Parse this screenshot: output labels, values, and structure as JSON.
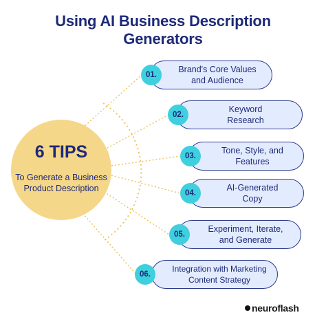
{
  "title": {
    "line1": "Using AI Business Description",
    "line2": "Generators"
  },
  "hub": {
    "title": "6 TIPS",
    "subtitle": "To Generate a Business Product Description"
  },
  "tips": [
    {
      "number": "01.",
      "label": "Brand's Core Values\nand Audience"
    },
    {
      "number": "02.",
      "label": "Keyword\nResearch"
    },
    {
      "number": "03.",
      "label": "Tone, Style, and\nFeatures"
    },
    {
      "number": "04.",
      "label": "AI-Generated\nCopy"
    },
    {
      "number": "05.",
      "label": "Experiment, Iterate,\nand Generate"
    },
    {
      "number": "06.",
      "label": "Integration with Marketing\nContent Strategy"
    }
  ],
  "brand": {
    "name": "neuroflash"
  },
  "colors": {
    "navy": "#1d2a78",
    "hub_fill": "#f5d78a",
    "pill_fill": "#e3ebff",
    "badge_fill": "#3fd0df",
    "connector": "#efc460"
  }
}
